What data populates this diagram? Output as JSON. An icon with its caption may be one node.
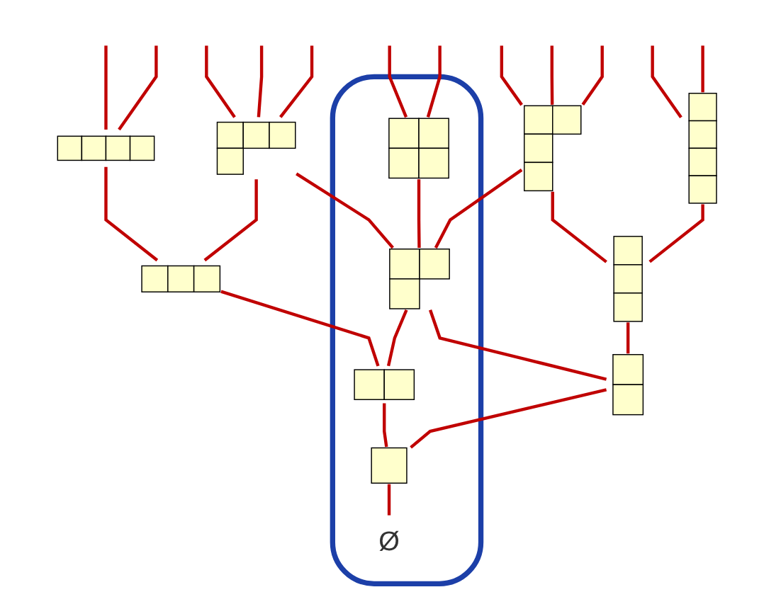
{
  "diagram": {
    "nodes": [
      {
        "text": [],
        "shape": "outline"
      },
      {
        "text": [],
        "shape": "picture"
      },
      {
        "text": [],
        "shape": "picture"
      },
      {
        "text": [],
        "shape": "picture",
        "in": 0
      },
      {
        "text": [],
        "shape": "picture"
      },
      {
        "text": [],
        "shape": "picture"
      },
      {
        "text": [],
        "shape": "picture"
      },
      {
        "text": [],
        "shape": "picture",
        "in": 0
      },
      {
        "text": [],
        "shape": "picture"
      },
      {
        "text": [],
        "shape": "box",
        "in": 0
      },
      {
        "text": [],
        "shape": "box"
      },
      {
        "text": [],
        "shape": "box",
        "in": 0
      },
      {
        "text": [
          "Ø"
        ],
        "in": 0
      }
    ],
    "edges": [
      {
        "from": 12,
        "to": 11,
        "arrow": "none"
      },
      {
        "from": 11,
        "to": 9,
        "arrow": "none"
      },
      {
        "from": 11,
        "to": 10,
        "arrow": "none"
      },
      {
        "from": 9,
        "to": 6,
        "arrow": "none"
      },
      {
        "from": 9,
        "to": 7,
        "arrow": "none"
      },
      {
        "from": 10,
        "to": 7,
        "arrow": "none"
      },
      {
        "from": 10,
        "to": 8,
        "arrow": "none"
      },
      {
        "from": 6,
        "to": 1,
        "arrow": "none"
      },
      {
        "from": 6,
        "to": 2,
        "arrow": "none"
      },
      {
        "from": 7,
        "to": 2,
        "arrow": "none"
      },
      {
        "from": 7,
        "to": 3,
        "arrow": "none"
      },
      {
        "from": 7,
        "to": 4,
        "arrow": "none"
      },
      {
        "from": 8,
        "to": 4,
        "arrow": "none"
      },
      {
        "from": 8,
        "to": 5,
        "arrow": "none"
      },
      {
        "from": 1,
        "to": null,
        "arrow": "none"
      },
      {
        "from": 1,
        "to": null,
        "arrow": "none"
      },
      {
        "from": 2,
        "to": null,
        "arrow": "none"
      },
      {
        "from": 2,
        "to": null,
        "arrow": "none"
      },
      {
        "from": 2,
        "to": null,
        "arrow": "none"
      },
      {
        "from": 3,
        "to": null,
        "arrow": "none"
      },
      {
        "from": 3,
        "to": null,
        "arrow": "none"
      },
      {
        "from": 4,
        "to": null,
        "arrow": "none"
      },
      {
        "from": 4,
        "to": null,
        "arrow": "none"
      },
      {
        "from": 4,
        "to": null,
        "arrow": "none"
      },
      {
        "from": 5,
        "to": null,
        "arrow": "none"
      },
      {
        "from": 5,
        "to": null,
        "arrow": "none"
      }
    ]
  }
}
